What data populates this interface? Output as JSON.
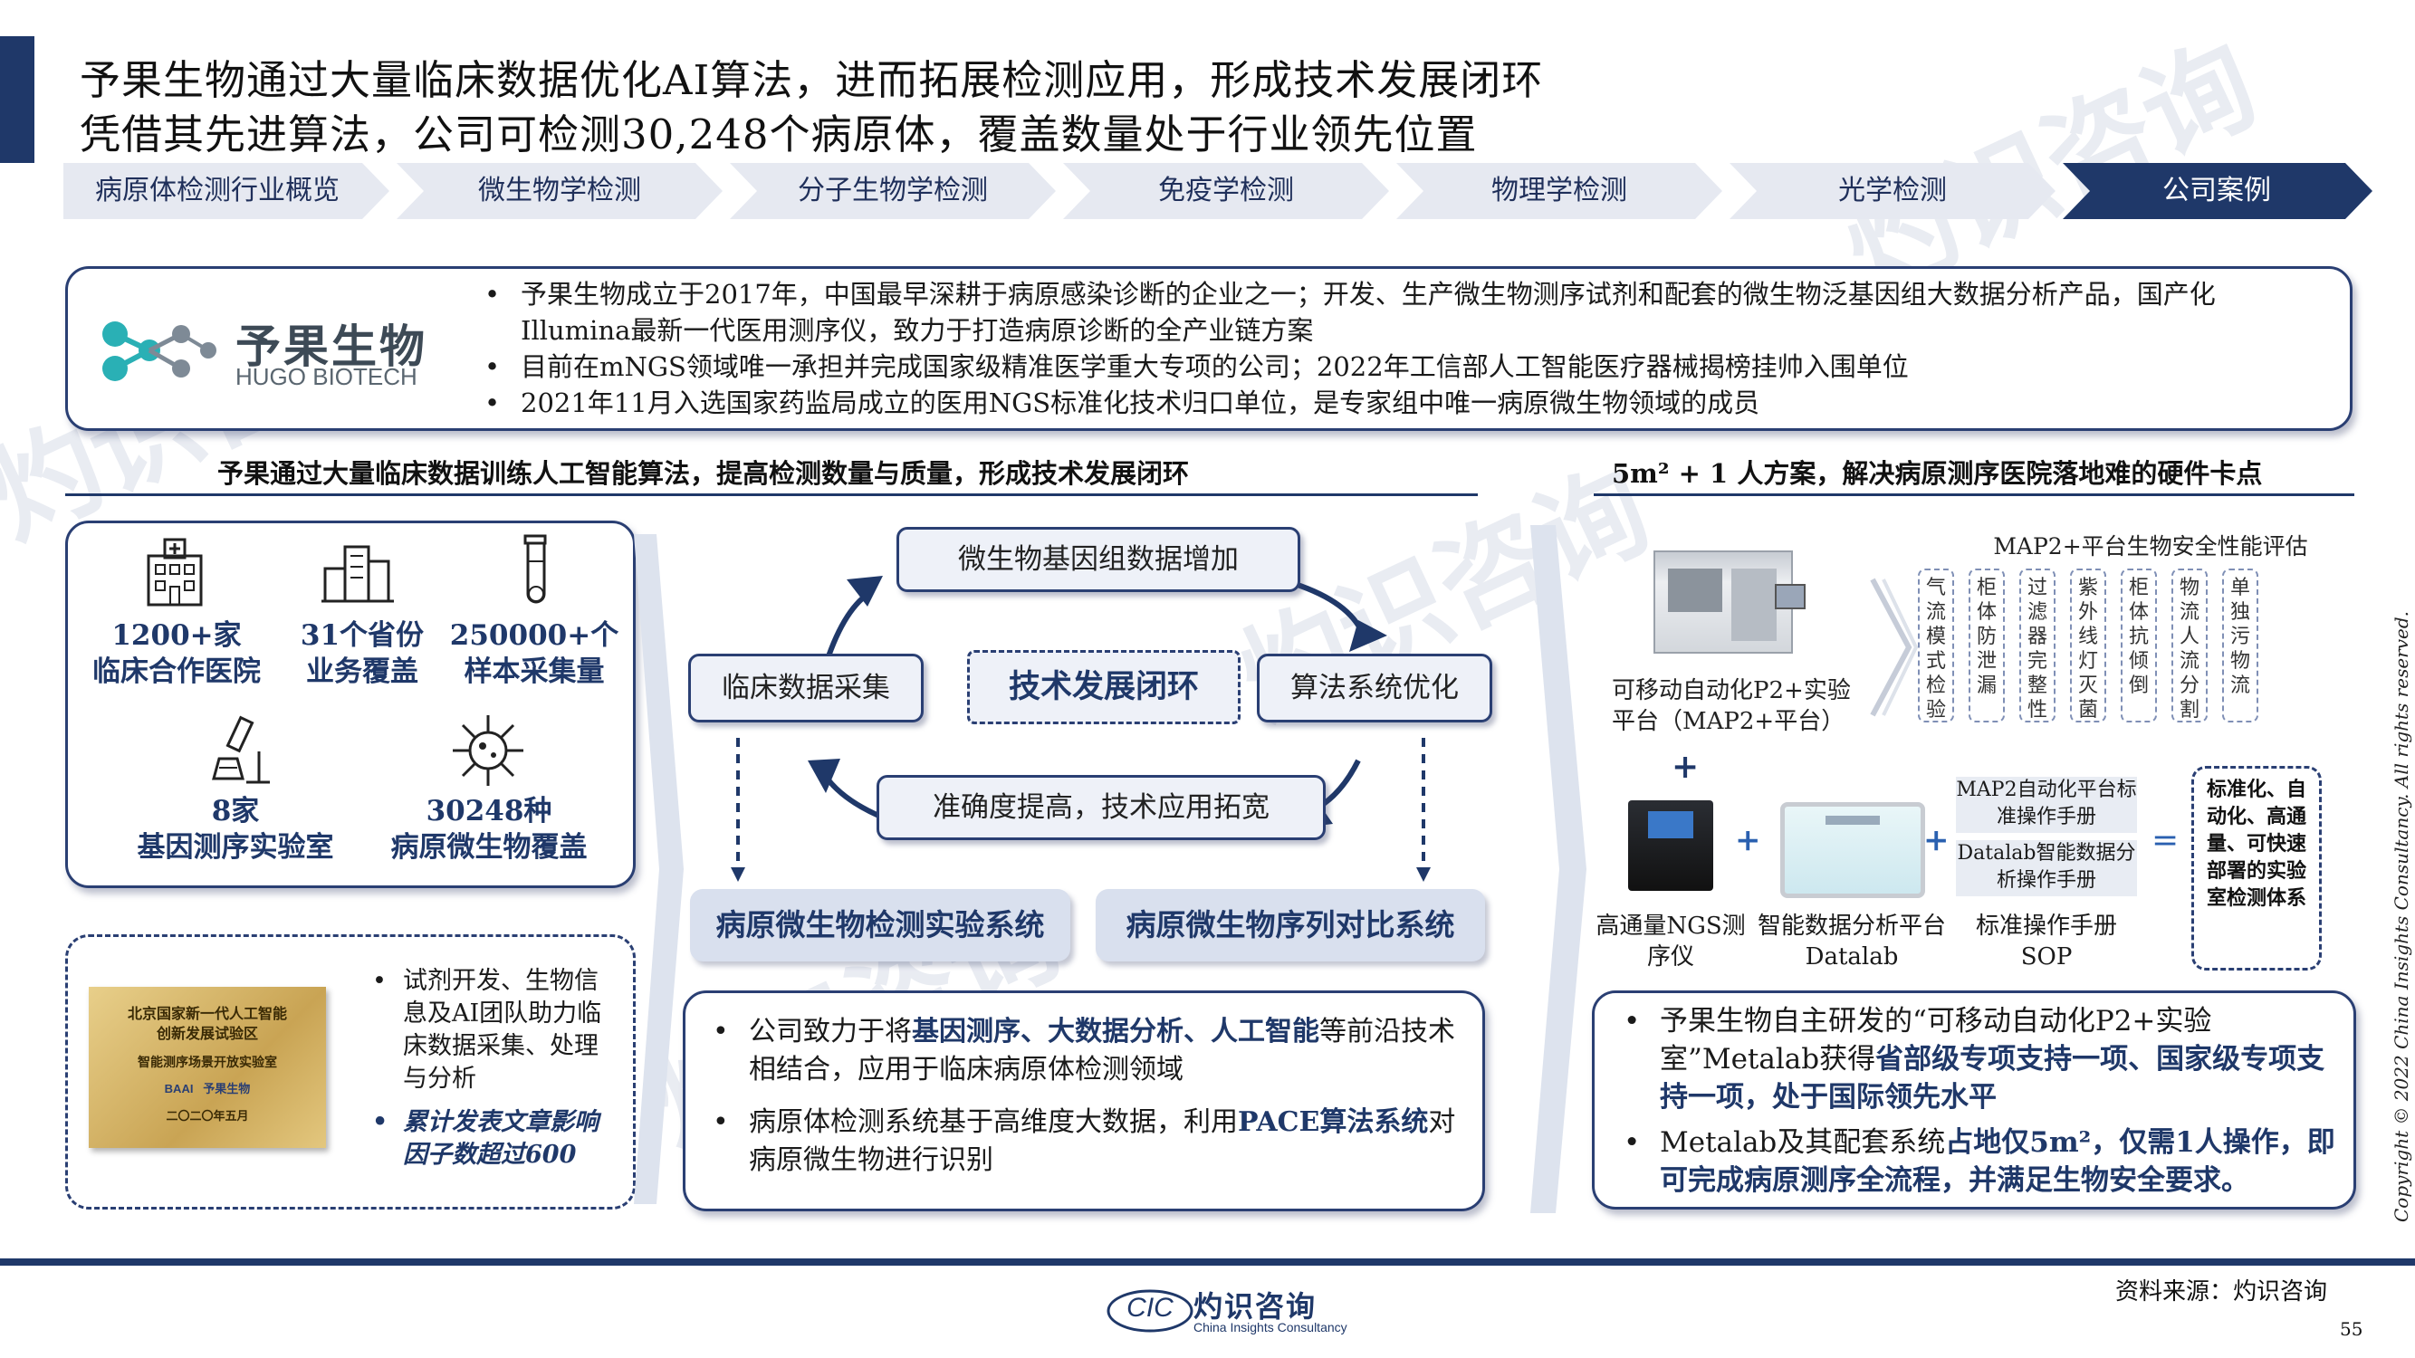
{
  "header": {
    "title_line1": "予果生物通过大量临床数据优化AI算法，进而拓展检测应用，形成技术发展闭环",
    "title_line2": "凭借其先进算法，公司可检测30,248个病原体，覆盖数量处于行业领先位置"
  },
  "nav": {
    "tabs": [
      "病原体检测行业概览",
      "微生物学检测",
      "分子生物学检测",
      "免疫学检测",
      "物理学检测",
      "光学检测",
      "公司案例"
    ],
    "active": "公司案例"
  },
  "company": {
    "logo_cn": "予果生物",
    "logo_en": "HUGO BIOTECH",
    "bullets": [
      "予果生物成立于2017年，中国最早深耕于病原感染诊断的企业之一；开发、生产微生物测序试剂和配套的微生物泛基因组大数据分析产品，国产化Illumina最新一代医用测序仪，致力于打造病原诊断的全产业链方案",
      "目前在mNGS领域唯一承担并完成国家级精准医学重大专项的公司；2022年工信部人工智能医疗器械揭榜挂帅入围单位",
      "2021年11月入选国家药监局成立的医用NGS标准化技术归口单位，是专家组中唯一病原微生物领域的成员"
    ]
  },
  "left_section": {
    "title": "予果通过大量临床数据训练人工智能算法，提高检测数量与质量，形成技术发展闭环",
    "stats": [
      {
        "line1": "1200+家",
        "line2": "临床合作医院",
        "icon": "hospital-icon"
      },
      {
        "line1": "31个省份",
        "line2": "业务覆盖",
        "icon": "buildings-icon"
      },
      {
        "line1": "250000+个",
        "line2": "样本采集量",
        "icon": "test-tube-icon"
      },
      {
        "line1": "8家",
        "line2": "基因测序实验室",
        "icon": "microscope-icon"
      },
      {
        "line1": "30248种",
        "line2": "病原微生物覆盖",
        "icon": "virus-icon"
      }
    ],
    "plaque": {
      "line1": "北京国家新一代人工智能",
      "line2": "创新发展试验区",
      "line3": "智能测序场景开放实验室",
      "brand1": "BAAI",
      "brand2": "予果生物",
      "date": "二〇二〇年五月"
    },
    "plaque_bullets": [
      "试剂开发、生物信息及AI团队助力临床数据采集、处理与分析",
      "累计发表文章影响因子数超过600"
    ]
  },
  "loop": {
    "top": "微生物基因组数据增加",
    "left": "临床数据采集",
    "center": "技术发展闭环",
    "right": "算法系统优化",
    "bottom": "准确度提高，技术应用拓宽",
    "sys_left": "病原微生物检测实验系统",
    "sys_right": "病原微生物序列对比系统"
  },
  "middle_bullets": {
    "b1_pre": "公司致力于将",
    "b1_hl": "基因测序、大数据分析、人工智能",
    "b1_post": "等前沿技术相结合，应用于临床病原体检测领域",
    "b2_pre": "病原体检测系统基于高维度大数据，利用",
    "b2_hl": "PACE算法系统",
    "b2_post": "对病原微生物进行识别"
  },
  "right_section": {
    "title": "5m² + 1 人方案，解决病原测序医院落地难的硬件卡点",
    "map_title": "MAP2+平台生物安全性能评估",
    "map_caption": "可移动自动化P2+实验平台（MAP2+平台）",
    "features": [
      "气流模式检验",
      "柜体防泄漏",
      "过滤器完整性",
      "紫外线灯灭菌",
      "柜体抗倾倒",
      "物流人流分割",
      "单独污物流"
    ],
    "ngs_label": "高通量NGS测序仪",
    "datalab_label": "智能数据分析平台Datalab",
    "sop_label": "标准操作手册SOP",
    "sop_item1": "MAP2自动化平台标准操作手册",
    "sop_item2": "Datalab智能数据分析操作手册",
    "result": "标准化、自动化、高通量、可快速部署的实验室检测体系",
    "bullet1_pre": "予果生物自主研发的“可移动自动化P2+实验室”Metalab获得",
    "bullet1_hl": "省部级专项支持一项、国家级专项支持一项，处于国际领先水平",
    "bullet2_pre": "Metalab及其配套系统",
    "bullet2_hl": "占地仅5m²，仅需1人操作，即可完成病原测序全流程，并满足生物安全要求。"
  },
  "footer": {
    "source": "资料来源：灼识咨询",
    "page": "55",
    "logo_cn": "灼识咨询",
    "logo_en": "China Insights Consultancy",
    "logo_mark": "CIC",
    "copyright": "Copyright © 2022 China Insights Consultancy. All rights reserved."
  },
  "colors": {
    "navy": "#1f3869",
    "light_panel": "#d9e0ee",
    "nav_bg": "#e6e9f1"
  }
}
